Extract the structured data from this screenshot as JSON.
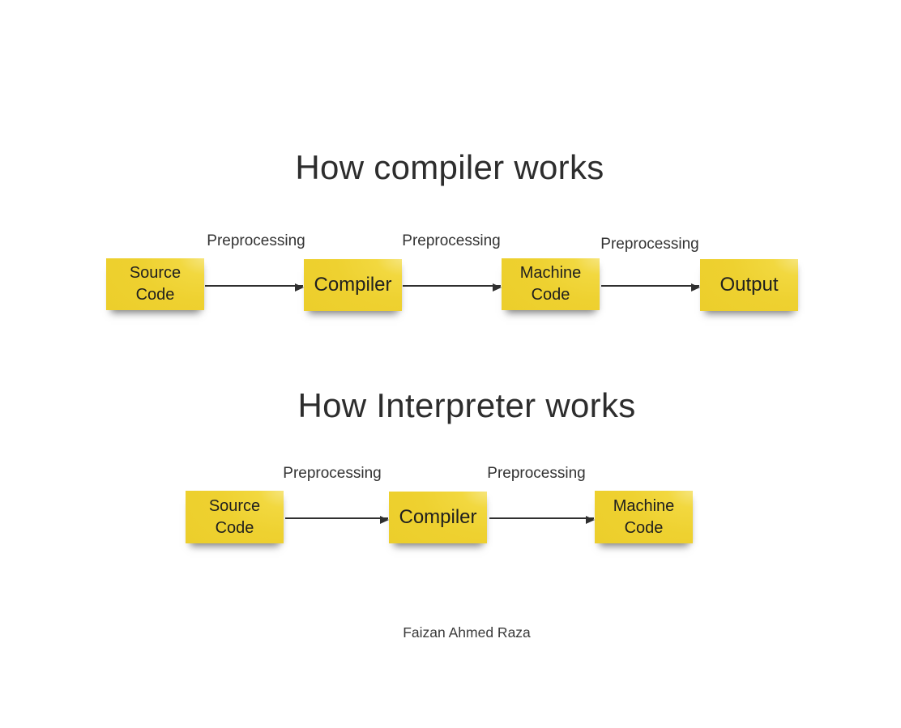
{
  "page": {
    "footer": {
      "author": "Faizan Ahmed Raza"
    }
  },
  "colors": {
    "page_bg": "#ffffff",
    "note_fill": "#eed130",
    "note_highlight": "#f6e57c",
    "note_text": "#1f1f1f",
    "arrow": "#2f2f2f",
    "heading_text": "#2d2d2d",
    "label_text": "#333333"
  },
  "diagrams": [
    {
      "title": "How compiler works",
      "nodes": [
        {
          "label": "Source\nCode"
        },
        {
          "label": "Compiler"
        },
        {
          "label": "Machine\nCode"
        },
        {
          "label": "Output"
        }
      ],
      "connections": [
        {
          "label": "Preprocessing"
        },
        {
          "label": "Preprocessing"
        },
        {
          "label": "Preprocessing"
        }
      ]
    },
    {
      "title": "How Interpreter works",
      "nodes": [
        {
          "label": "Source\nCode"
        },
        {
          "label": "Compiler"
        },
        {
          "label": "Machine\nCode"
        }
      ],
      "connections": [
        {
          "label": "Preprocessing"
        },
        {
          "label": "Preprocessing"
        }
      ]
    }
  ]
}
